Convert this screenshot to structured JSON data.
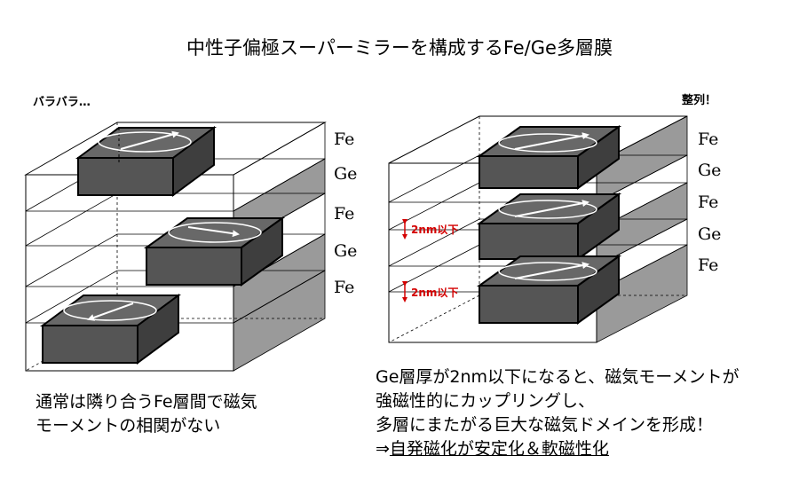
{
  "title": "中性子偏極スーパーミラーを構成するFe/Ge多層膜",
  "left_panel": {
    "heading": "バラバラ…",
    "layers": [
      "Fe",
      "Ge",
      "Fe",
      "Ge",
      "Fe"
    ],
    "caption_line1": "通常は隣り合うFe層間で磁気",
    "caption_line2": "モーメントの相関がない"
  },
  "right_panel": {
    "heading": "整列！",
    "layers": [
      "Fe",
      "Ge",
      "Fe",
      "Ge",
      "Fe"
    ],
    "thickness_label_1": "2nm以下",
    "thickness_label_2": "2nm以下",
    "caption_line1": "Ge層厚が2nm以下になると、磁気モーメントが",
    "caption_line2": "強磁性的にカップリングし、",
    "caption_line3": "多層にまたがる巨大な磁気ドメインを形成！",
    "caption_line4_prefix": "⇒",
    "caption_line4_text": "自発磁化が安定化＆軟磁性化"
  },
  "colors": {
    "domain_front": "#555555",
    "domain_top": "#686868",
    "domain_side": "#3e3e3e",
    "side_shade": "#9a9a9a",
    "arrow": "#ffffff",
    "dimension": "#d40000"
  }
}
